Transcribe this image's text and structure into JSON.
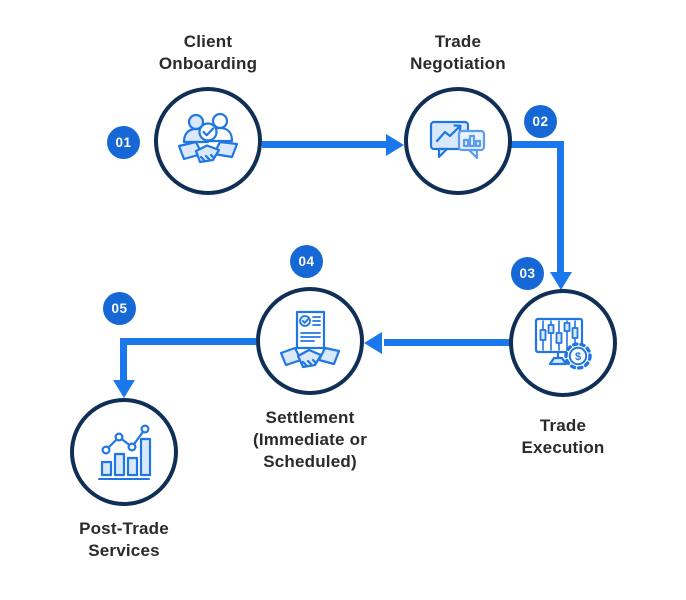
{
  "diagram": {
    "colors": {
      "accent": "#1a78ec",
      "badge": "#1568d6",
      "circle_border": "#0f2f56",
      "icon_stroke": "#2077e4",
      "icon_fill": "#d9e8fa",
      "text": "#2a2a2a"
    },
    "steps": [
      {
        "number": "01",
        "label": "Client\nOnboarding",
        "icon": "clients-handshake-icon"
      },
      {
        "number": "02",
        "label": "Trade\nNegotiation",
        "icon": "chat-charts-icon"
      },
      {
        "number": "03",
        "label": "Trade\nExecution",
        "icon": "monitor-candlestick-gear-dollar-icon"
      },
      {
        "number": "04",
        "label": "Settlement\n(Immediate or\nScheduled)",
        "icon": "document-check-handshake-icon"
      },
      {
        "number": "05",
        "label": "Post-Trade\nServices",
        "icon": "bar-chart-trend-icon"
      }
    ]
  }
}
